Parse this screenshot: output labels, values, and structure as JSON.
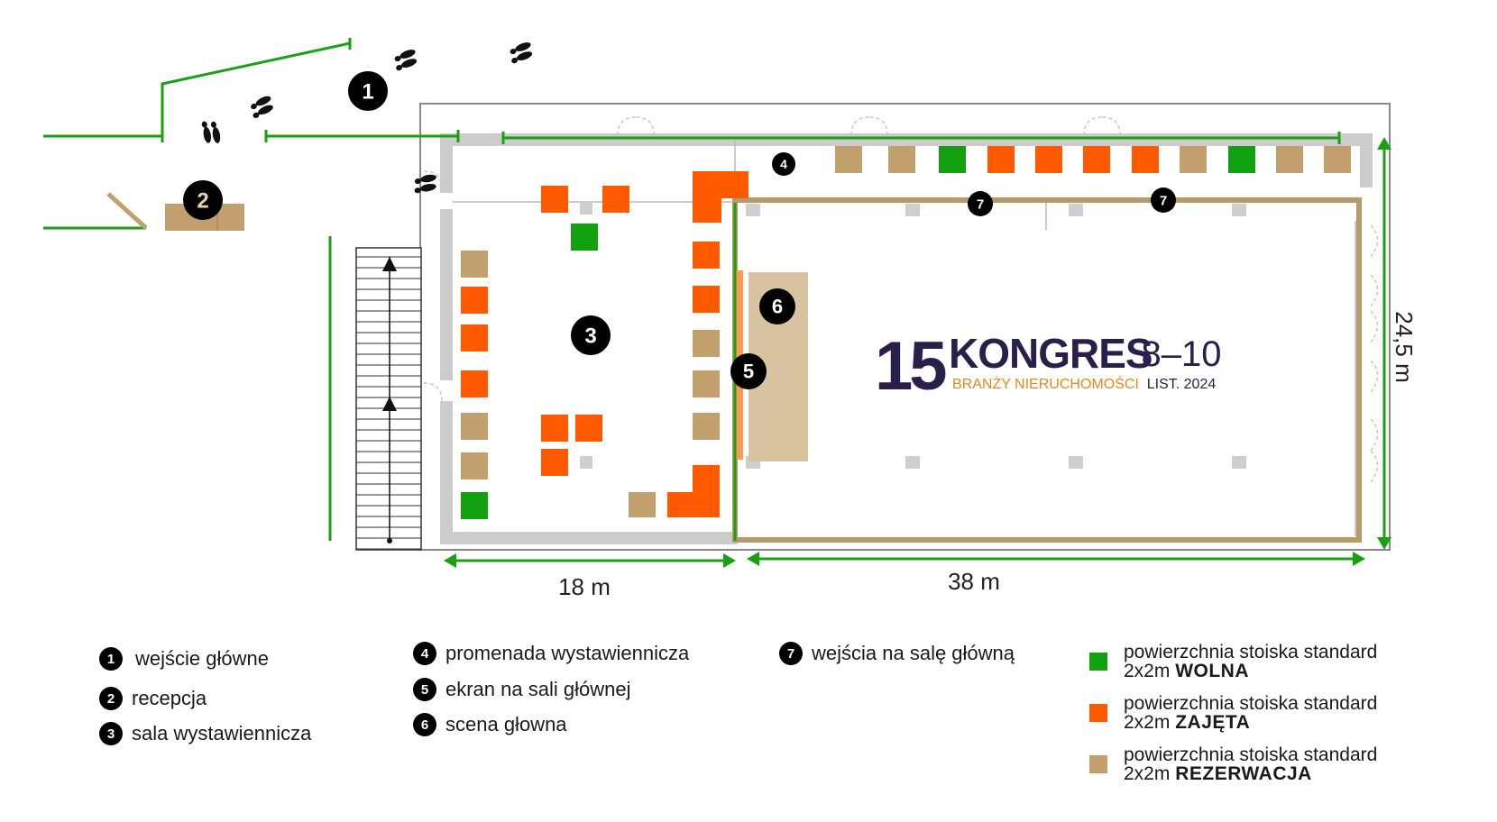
{
  "colors": {
    "free": "#10a010",
    "taken": "#ff5a00",
    "reserved": "#c1a06e",
    "path": "#1aa012",
    "wall": "#cccccc",
    "hall_border": "#b59b6c",
    "stage": "#d8c4a0",
    "logo_dark": "#2a1f4a",
    "logo_orange": "#e8881b"
  },
  "markers": [
    "1",
    "2",
    "3",
    "4",
    "5",
    "6",
    "7",
    "7"
  ],
  "dimensions": {
    "width_left": "18 m",
    "width_right": "38 m",
    "height": "24,5 m"
  },
  "logo": {
    "number": "15",
    "title": "KONGRES",
    "subtitle": "BRANŻY NIERUCHOMOŚCI",
    "dates": "8–10",
    "month_year": "LIST. 2024"
  },
  "legend": {
    "items": [
      {
        "num": "1",
        "label": "wejście główne"
      },
      {
        "num": "2",
        "label": "recepcja"
      },
      {
        "num": "3",
        "label": "sala wystawiennicza"
      },
      {
        "num": "4",
        "label": "promenada wystawiennicza"
      },
      {
        "num": "5",
        "label": "ekran na sali głównej"
      },
      {
        "num": "6",
        "label": "scena głowna"
      },
      {
        "num": "7",
        "label": "wejścia na salę główną"
      }
    ],
    "stands": [
      {
        "line1": "powierzchnia stoiska standard",
        "line2_prefix": "2x2m",
        "status": "WOLNA",
        "color": "#10a010"
      },
      {
        "line1": "powierzchnia stoiska standard",
        "line2_prefix": "2x2m",
        "status": "ZAJĘTA",
        "color": "#ff5a00"
      },
      {
        "line1": "powierzchnia stoiska standard",
        "line2_prefix": "2x2m",
        "status": "REZERWACJA",
        "color": "#c1a06e"
      }
    ]
  }
}
